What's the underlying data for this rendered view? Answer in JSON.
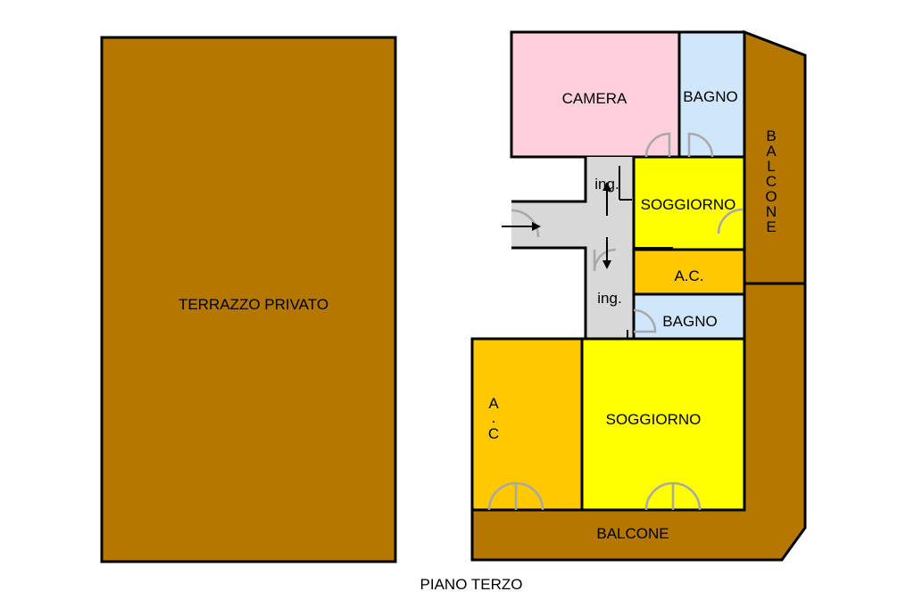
{
  "plan": {
    "terrace_label": "TERRAZZO PRIVATO",
    "floor_caption": "PIANO TERZO",
    "rooms": {
      "camera": "CAMERA",
      "bagno_top": "BAGNO",
      "ingresso_top": "ing.",
      "soggiorno_top": "SOGGIORNO",
      "ac_top": "A.C.",
      "ingresso_bottom": "ing.",
      "bagno_bottom": "BAGNO",
      "ac_left_1": "A",
      "ac_left_2": ".",
      "ac_left_3": "C",
      "soggiorno_bottom": "SOGGIORNO",
      "balcone_bottom": "BALCONE"
    },
    "balcone_right_letters": [
      "B",
      "A",
      "L",
      "C",
      "O",
      "N",
      "E"
    ]
  },
  "colors": {
    "terrace": "#b47800",
    "camera": "#ffd0dc",
    "bagno": "#cfe6fb",
    "corridor": "#d8d8d8",
    "soggiorno": "#ffff00",
    "ac": "#ffc800"
  }
}
